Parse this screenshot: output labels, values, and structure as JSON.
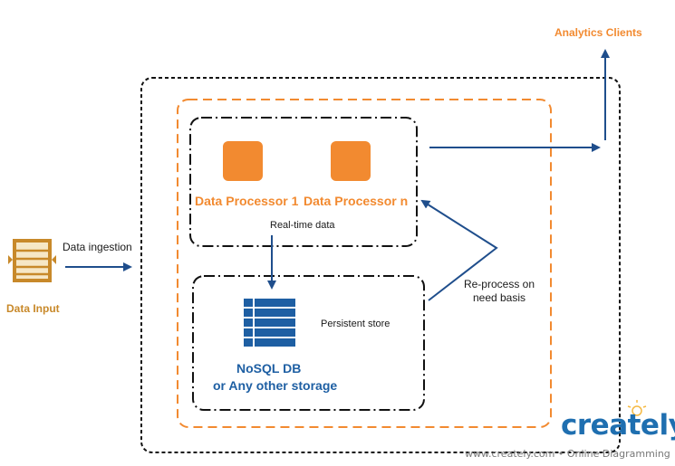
{
  "diagram": {
    "analytics_clients": "Analytics Clients",
    "data_input": "Data Input",
    "data_ingestion": "Data ingestion",
    "processor_1": "Data Processor 1",
    "processor_n": "Data Processor n",
    "realtime_data": "Real-time data",
    "persistent_store": "Persistent store",
    "nosql_line1": "NoSQL DB",
    "nosql_line2": "or Any other storage",
    "reprocess_line1": "Re-process on",
    "reprocess_line2": "need basis"
  },
  "brand": {
    "logo": "creately",
    "tagline": "www.creately.com • Online Diagramming"
  },
  "colors": {
    "orange": "#f28a30",
    "brown": "#c8892a",
    "blue": "#1e5fa3",
    "arrow": "#1f4e8c",
    "border_dark": "#111111"
  }
}
